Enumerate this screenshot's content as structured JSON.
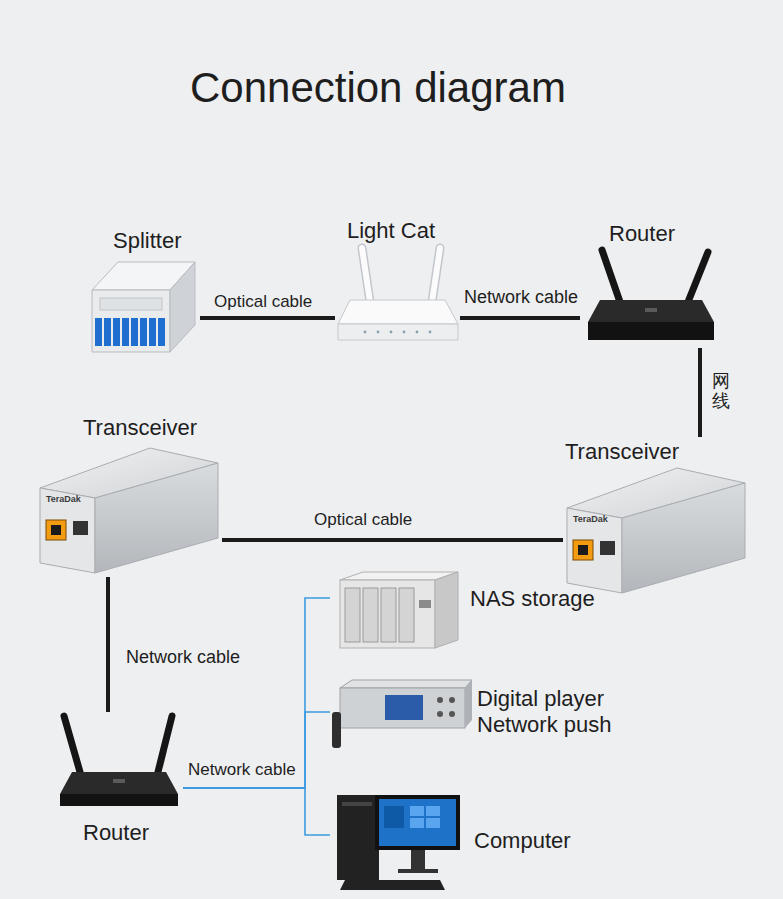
{
  "diagram": {
    "title": "Connection diagram",
    "nodes": [
      {
        "text": [
          "Splitter"
        ]
      },
      {
        "text": [
          "Light Cat"
        ]
      },
      {
        "text": [
          "Router"
        ]
      },
      {
        "text": [
          "Transceiver"
        ]
      },
      {
        "text": [
          "Transceiver"
        ]
      },
      {
        "text": [
          "NAS storage"
        ]
      },
      {
        "text": [
          "Digital player Network push"
        ]
      },
      {
        "text": [
          "Router"
        ]
      },
      {
        "text": [
          "Computer"
        ]
      }
    ],
    "edges": [
      {
        "from": 0,
        "to": 1,
        "label": "Optical cable",
        "arrow": "none"
      },
      {
        "from": 1,
        "to": 2,
        "label": "Network cable",
        "arrow": "none"
      },
      {
        "from": 2,
        "to": 4,
        "label": "网线",
        "arrow": "none"
      },
      {
        "from": 4,
        "to": 3,
        "label": "Optical cable",
        "arrow": "none"
      },
      {
        "from": 3,
        "to": 7,
        "label": "Network cable",
        "arrow": "none"
      },
      {
        "from": 7,
        "to": 5,
        "label": "Network cable",
        "arrow": "none"
      },
      {
        "from": 7,
        "to": 6,
        "arrow": "none"
      },
      {
        "from": 7,
        "to": 8,
        "arrow": "none"
      }
    ],
    "labels": [
      "TeraDak",
      "TeraDak"
    ]
  }
}
